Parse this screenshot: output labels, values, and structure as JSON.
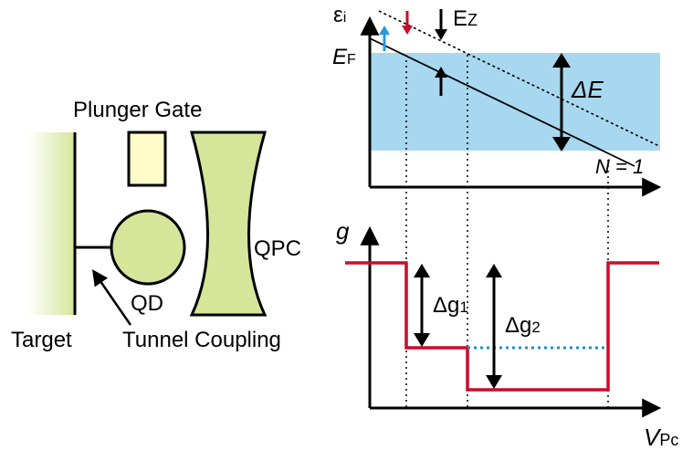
{
  "left_schematic": {
    "plunger_gate_label": "Plunger Gate",
    "qpc_label": "QPC",
    "qd_label": "QD",
    "target_label": "Target",
    "tunnel_coupling_label": "Tunnel Coupling"
  },
  "top_plot": {
    "y_axis_label_main": "ε",
    "y_axis_label_sub": "i",
    "ef_label_main": "E",
    "ef_label_sub": "F",
    "ez_label_main": "E",
    "ez_label_sub": "Z",
    "delta_e_label": "ΔE",
    "n_label": "N = 1"
  },
  "bottom_plot": {
    "y_axis_label": "g",
    "dg1_label_main": "Δg",
    "dg1_label_sub": "1",
    "dg2_label_main": "Δg",
    "dg2_label_sub": "2",
    "x_axis_label_main": "V",
    "x_axis_label_sub": "Pc"
  },
  "colors": {
    "green_fill": "#d5e59a",
    "plunger_fill": "#fdfbc8",
    "band_fill": "#a8d8f0",
    "red_curve": "#cc0a2a",
    "blue_dotted": "#1f8fc6",
    "blue_arrow": "#2a9ad6",
    "red_arrow": "#cc0a2a"
  }
}
